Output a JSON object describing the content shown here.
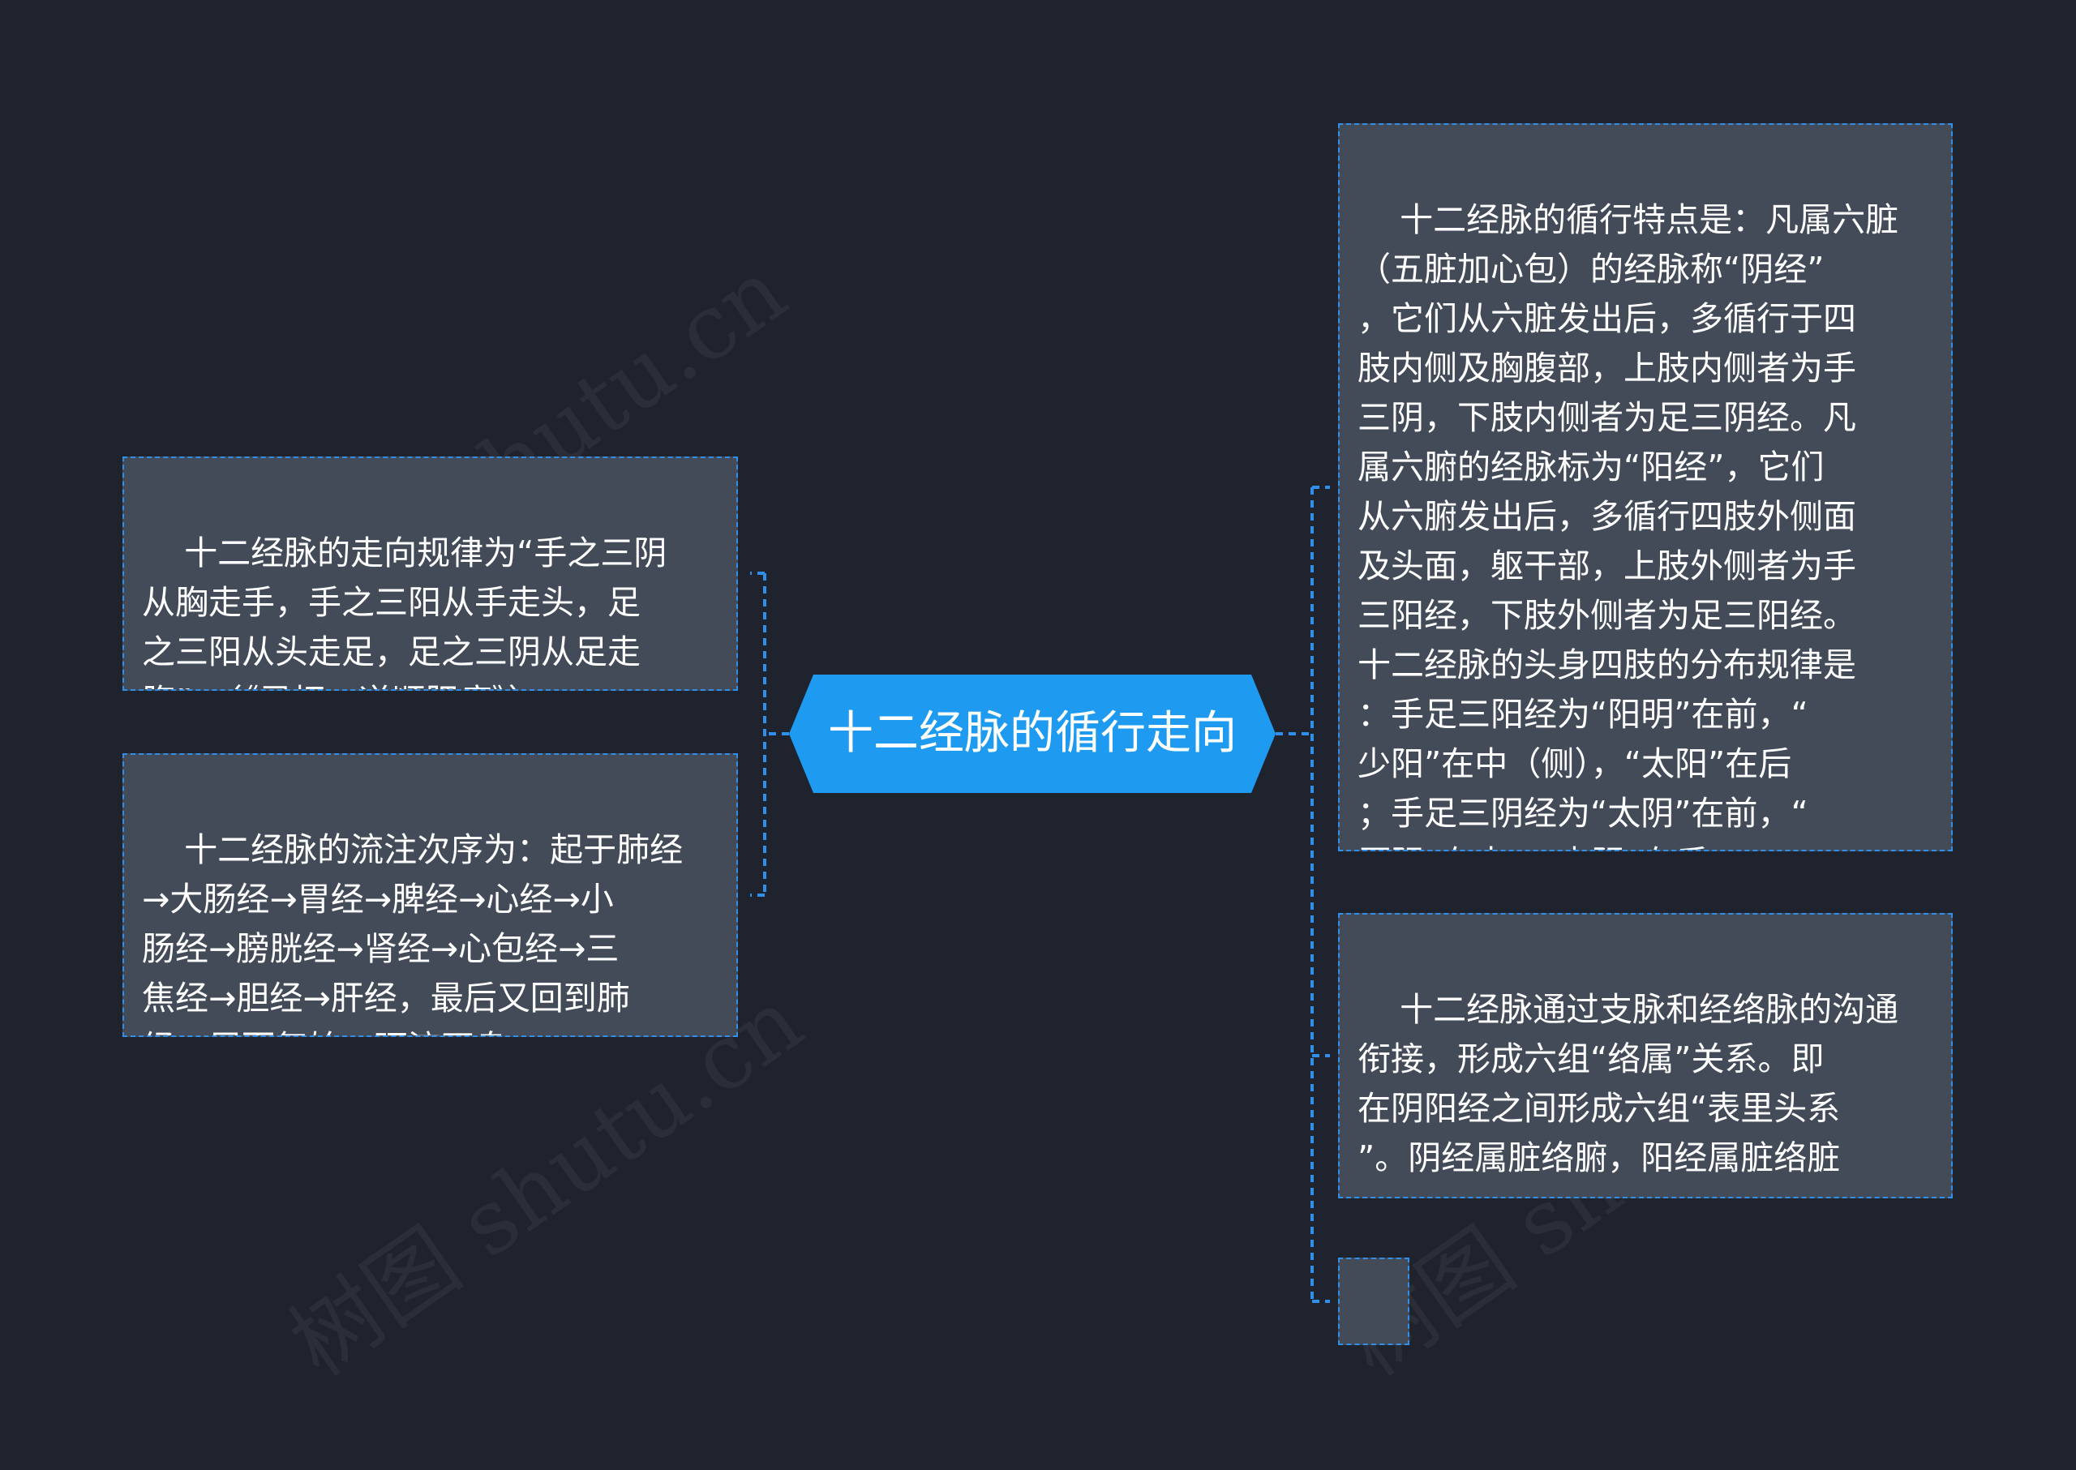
{
  "central_topic": "十二经脉的循行走向",
  "colors": {
    "background": "#1f232e",
    "node_fill": "#434b59",
    "accent": "#2f8fea",
    "central_fill": "#1e9bf0",
    "text": "#ffffff"
  },
  "watermark": "树图 shutu.cn",
  "branches": {
    "left": [
      {
        "lines": [
          "十二经脉的走向规律为“手之三阴",
          "从胸走手，手之三阳从手走头，足",
          "之三阳从头走足，足之三阴从足走",
          "腹”。（《灵枢。逆顺肥瘦》）"
        ]
      },
      {
        "lines": [
          "十二经脉的流注次序为：起于肺经",
          "→大肠经→胃经→脾经→心经→小",
          "肠经→膀胱经→肾经→心包经→三",
          "焦经→胆经→肝经，最后又回到肺",
          "经。周而复始，环流不息。"
        ]
      }
    ],
    "right": [
      {
        "lines": [
          "十二经脉的循行特点是：凡属六脏",
          "（五脏加心包）的经脉称“阴经”",
          "，它们从六脏发出后，多循行于四",
          "肢内侧及胸腹部，上肢内侧者为手",
          "三阴，下肢内侧者为足三阴经。凡",
          "属六腑的经脉标为“阳经”，它们",
          "从六腑发出后，多循行四肢外侧面",
          "及头面，躯干部，上肢外侧者为手",
          "三阳经，下肢外侧者为足三阳经。",
          "十二经脉的头身四肢的分布规律是",
          "：手足三阳经为“阳明”在前，“",
          "少阳”在中（侧），“太阳”在后",
          "；手足三阴经为“太阴”在前，“",
          "厥阴”在中，“少阴”在后。"
        ]
      },
      {
        "lines": [
          "十二经脉通过支脉和经络脉的沟通",
          "衔接，形成六组“络属”关系。即",
          "在阴阳经之间形成六组“表里头系",
          "”。阴经属脏络腑，阳经属脏络脏",
          "。"
        ]
      },
      {
        "lines": []
      }
    ]
  }
}
